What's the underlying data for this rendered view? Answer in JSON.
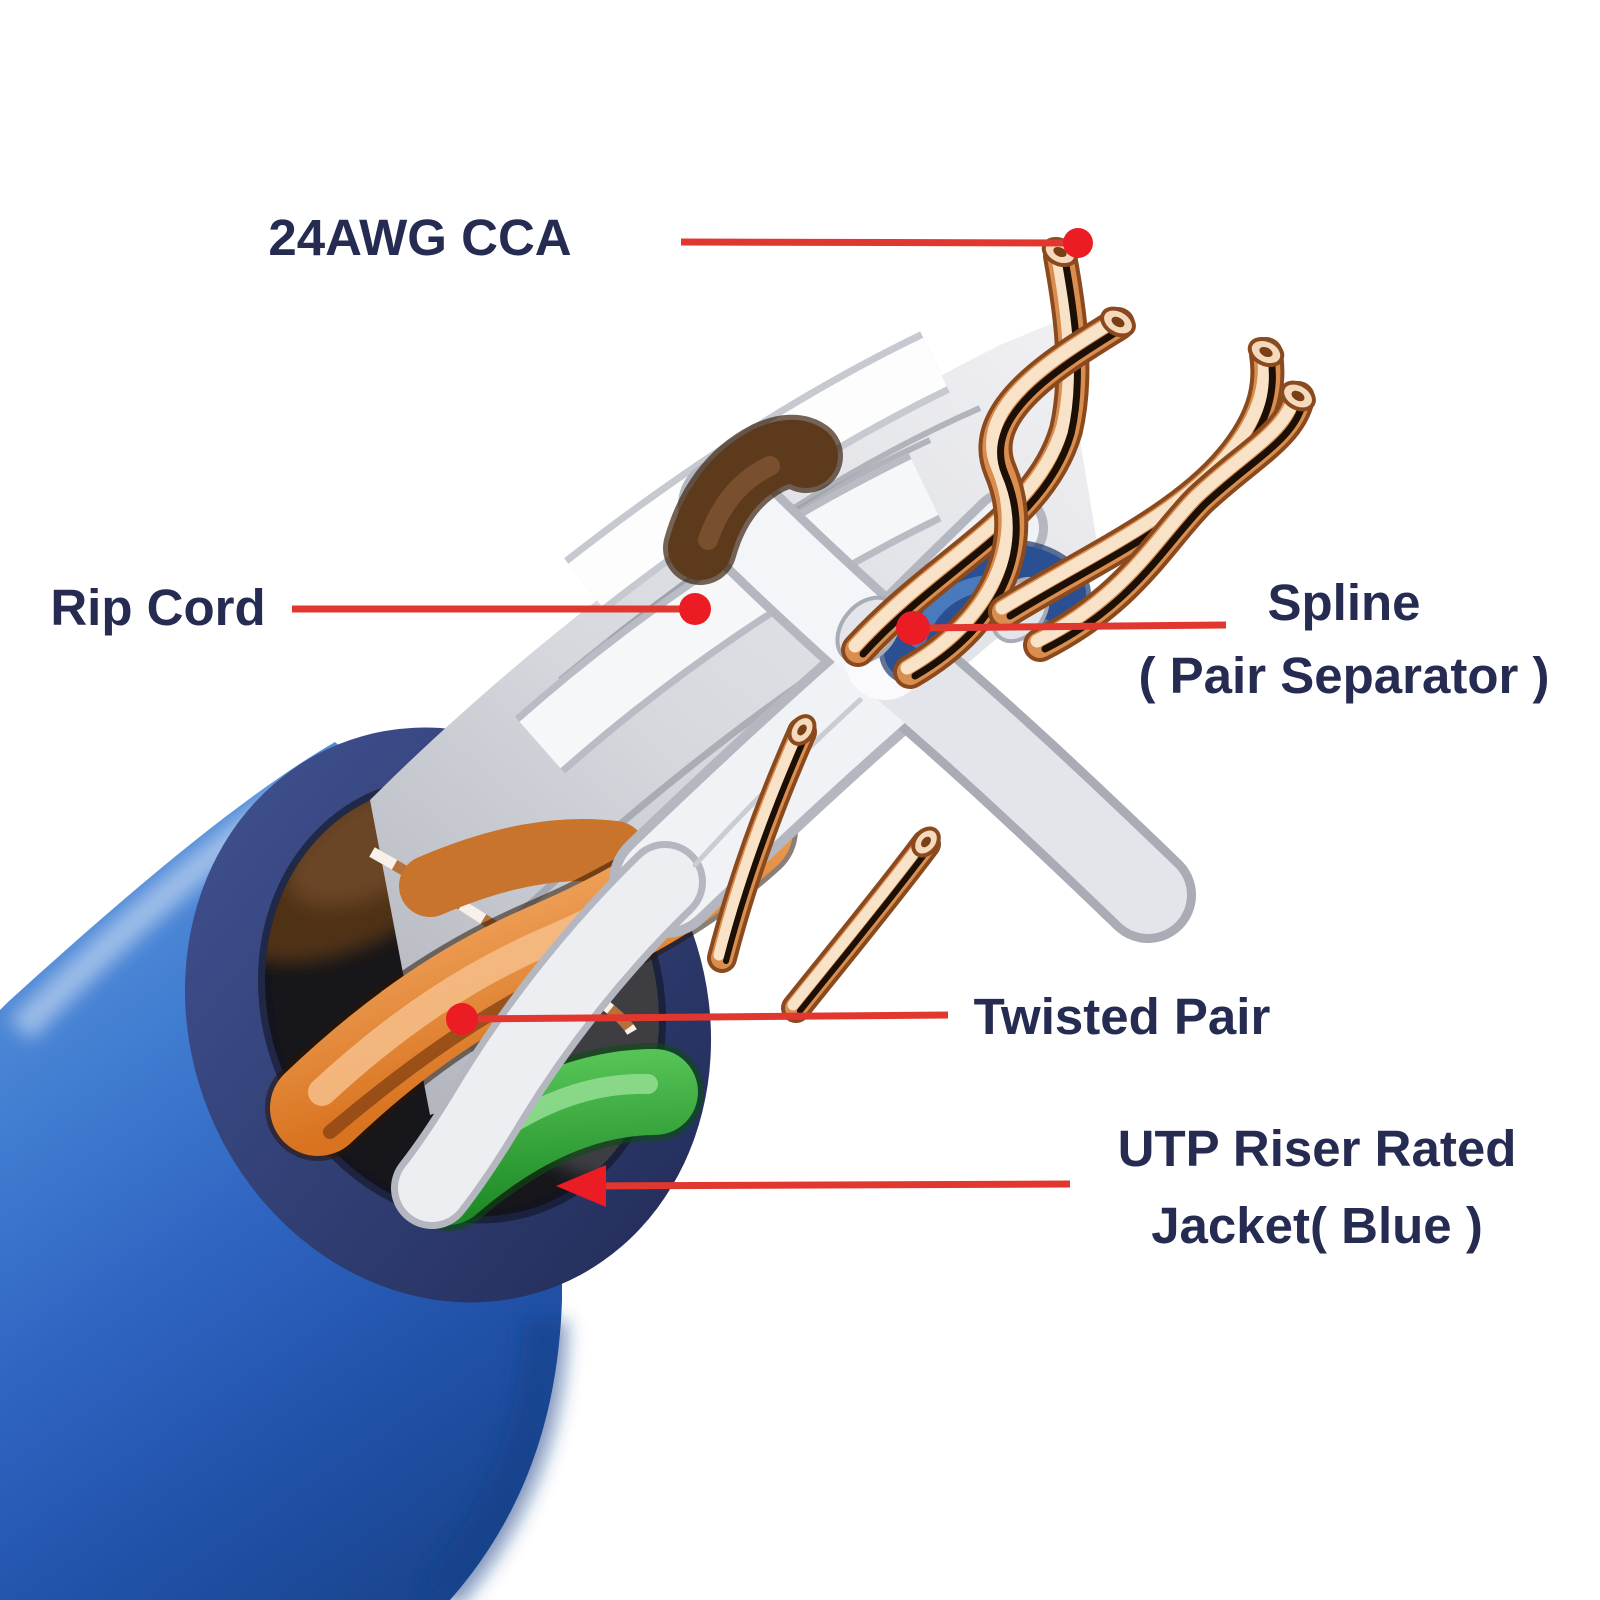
{
  "diagram": {
    "background": "#ffffff",
    "leader_color": "#e2372f",
    "label_color": "#262b52",
    "labels": {
      "awg": {
        "text": "24AWG CCA"
      },
      "rip_cord": {
        "text": "Rip Cord"
      },
      "spline": {
        "line1": "Spline",
        "line2": "( Pair Separator )"
      },
      "twisted_pair": {
        "text": "Twisted Pair"
      },
      "jacket": {
        "line1": "UTP Riser Rated",
        "line2": "Jacket( Blue )"
      }
    },
    "colors": {
      "jacket_blue": "#3a72c4",
      "jacket_rim_navy": "#2e3b6e",
      "pair_orange": "#e8893c",
      "pair_green": "#2fa93a",
      "pair_brown": "#5e3a1c",
      "pair_blue": "#2a4f92",
      "copper": "#d98e4f",
      "spline_white": "#f2f3f6"
    }
  }
}
